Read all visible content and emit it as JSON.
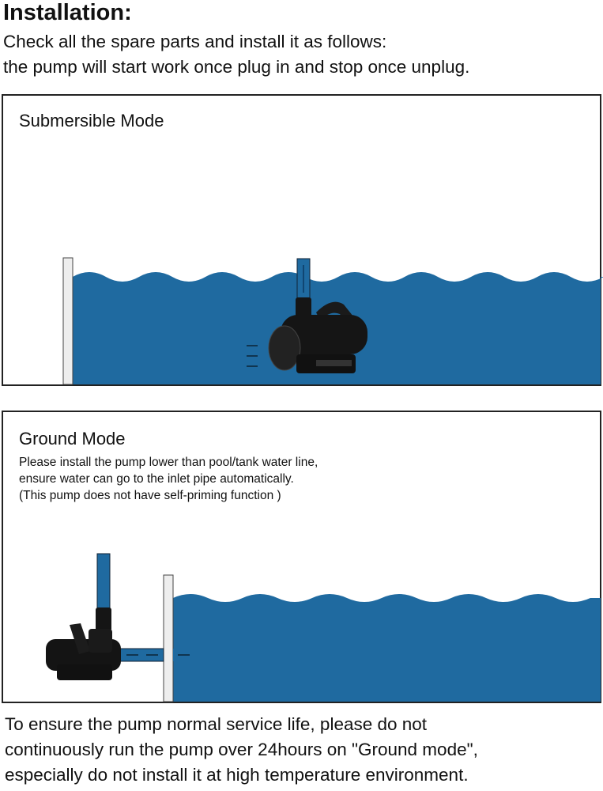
{
  "header": {
    "title": "Installation:",
    "line1": "Check all the spare parts and install it as follows:",
    "line2": "the pump will start work once plug in and stop once unplug."
  },
  "submersible": {
    "label": "Submersible Mode"
  },
  "ground": {
    "label": "Ground Mode",
    "notes": [
      "Please install the pump lower than pool/tank water line,",
      "ensure water can go to the inlet pipe automatically.",
      "(This pump does not have self-priming function )"
    ]
  },
  "footer": [
    "To ensure the pump normal service life, please do not",
    "continuously run the pump over 24hours on \"Ground mode\",",
    "especially do not install it at high temperature environment."
  ],
  "colors": {
    "water": "#1f6aa0",
    "pump": "#111111"
  }
}
